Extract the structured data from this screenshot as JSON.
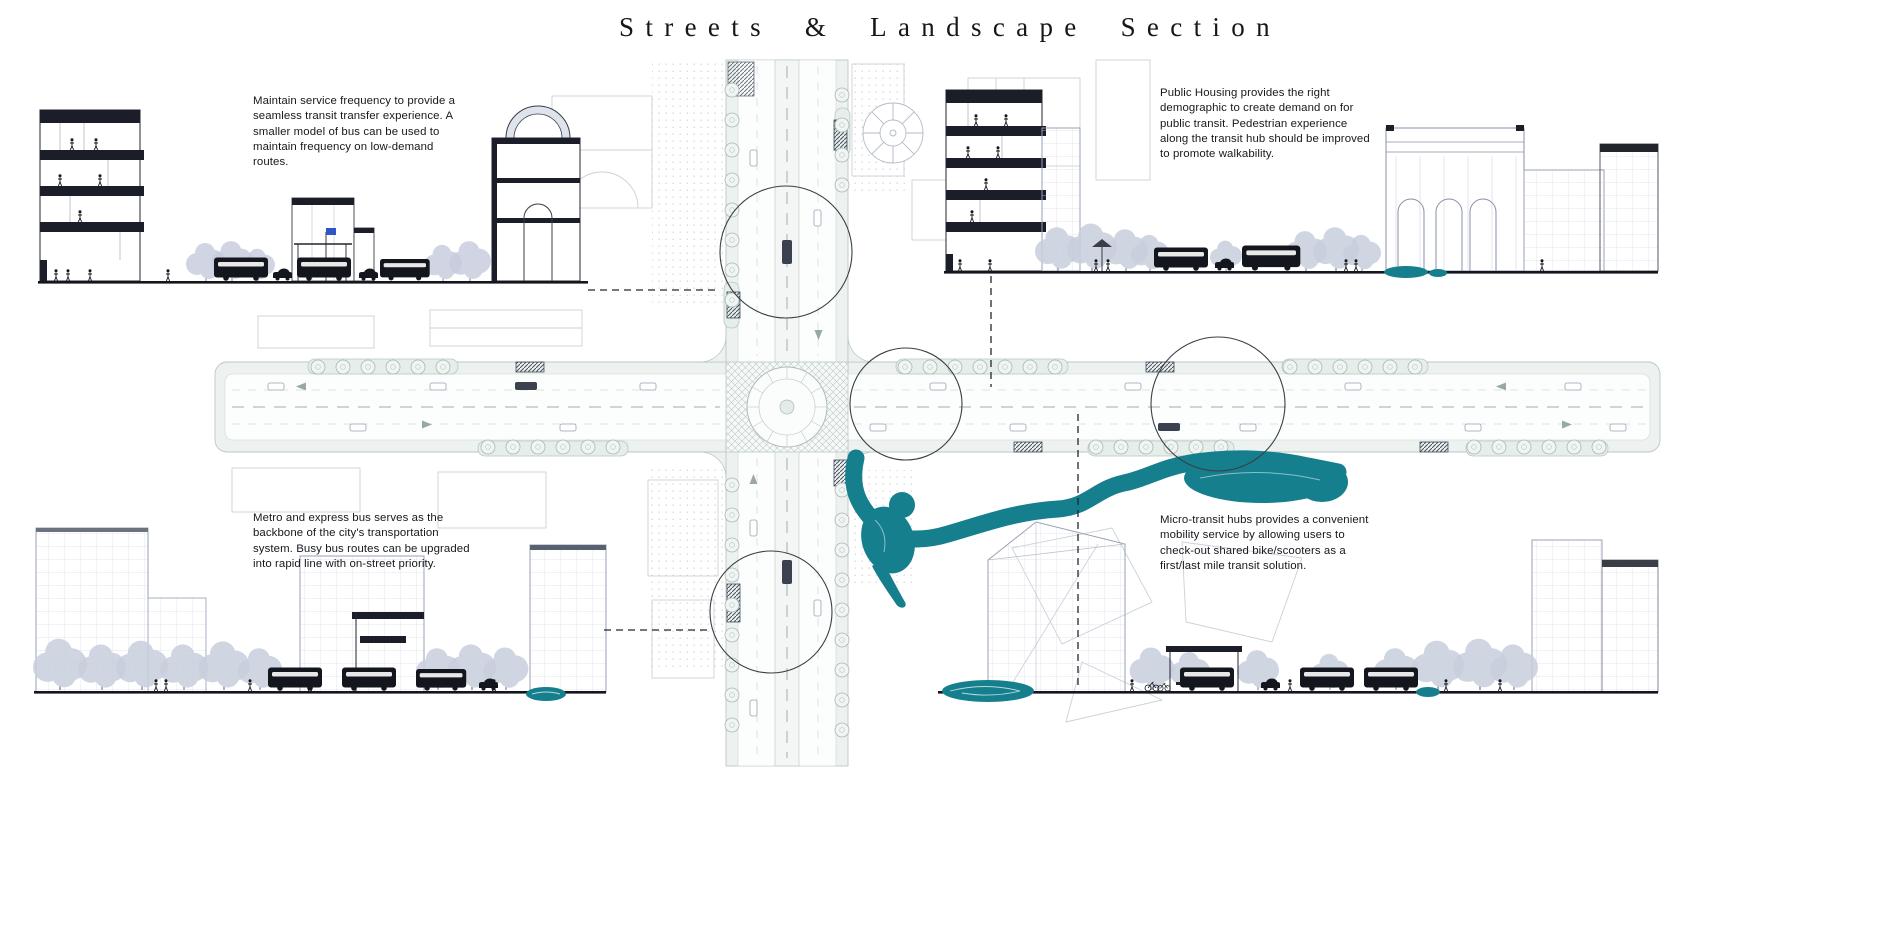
{
  "title": "Streets & Landscape Section",
  "annotations": {
    "top_left": {
      "text": "Maintain service frequency to provide a seamless transit transfer experience. A smaller model of bus can be used to maintain frequency on low-demand routes."
    },
    "top_right": {
      "text": "Public Housing provides the right demographic to create demand on for public transit. Pedestrian experience along the transit hub should be improved to promote walkability."
    },
    "bottom_left": {
      "text": "Metro and express bus serves as the backbone of the city's transportation system. Busy bus routes can be upgraded into rapid line with on-street priority."
    },
    "bottom_right": {
      "text": "Micro-transit hubs provides a convenient mobility service by allowing users to check-out shared bike/scooters as a first/last mile transit solution."
    }
  },
  "colors": {
    "background": "#ffffff",
    "ink": "#16181c",
    "river_teal": "#157f8e",
    "drawing_gray_blue": "#9aa0b5",
    "plan_edge_green": "#b9c8c3"
  }
}
